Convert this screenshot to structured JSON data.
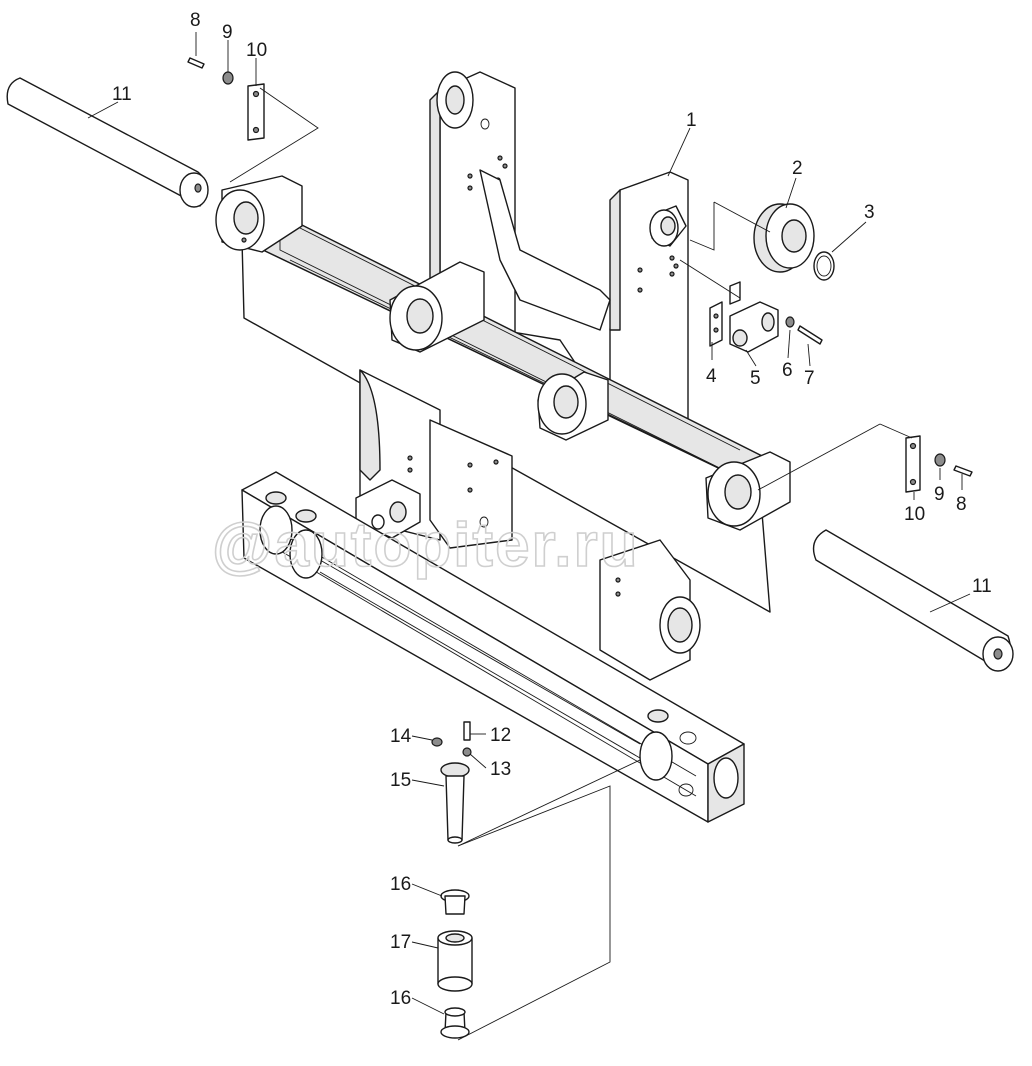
{
  "watermark": "@autopiter.ru",
  "callouts": {
    "c1": "1",
    "c2": "2",
    "c3": "3",
    "c4": "4",
    "c5": "5",
    "c6": "6",
    "c7": "7",
    "c8a": "8",
    "c9a": "9",
    "c10a": "10",
    "c11a": "11",
    "c8b": "8",
    "c9b": "9",
    "c10b": "10",
    "c11b": "11",
    "c12": "12",
    "c13": "13",
    "c14": "14",
    "c15": "15",
    "c16a": "16",
    "c17": "17",
    "c16b": "16"
  }
}
